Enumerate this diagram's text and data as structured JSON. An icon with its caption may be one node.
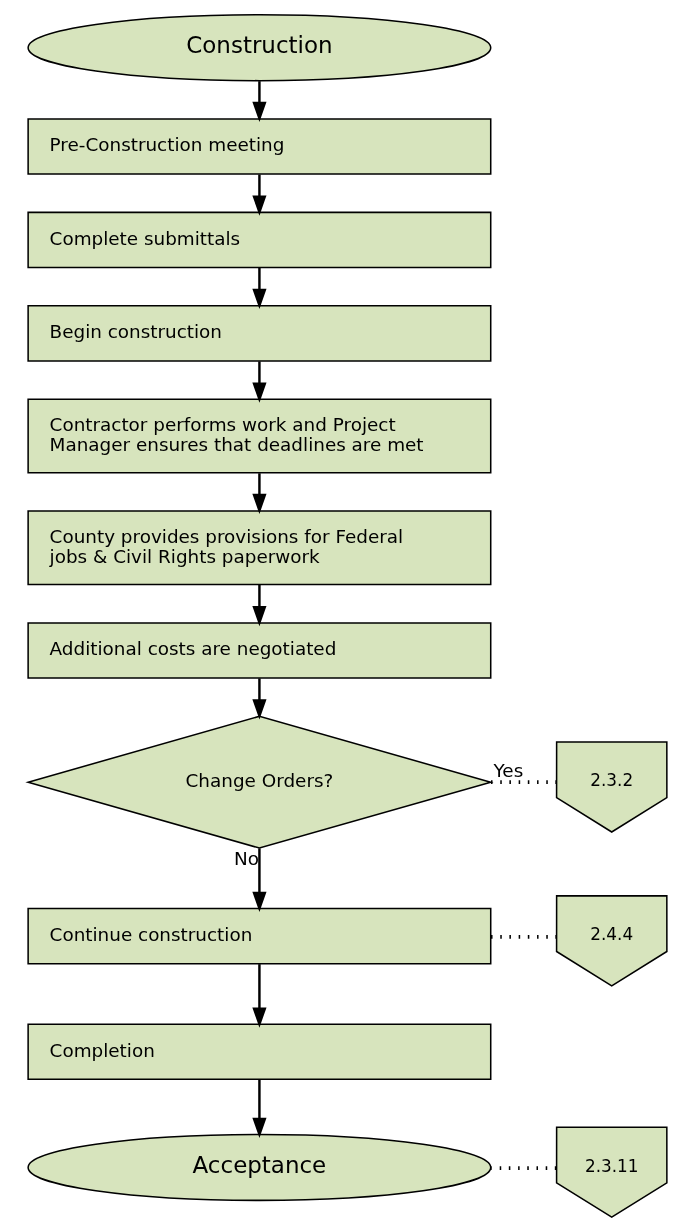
{
  "diagram": {
    "nodes": [
      {
        "text": [
          "Construction"
        ]
      },
      {
        "text": [
          "Pre-Construction meeting"
        ]
      },
      {
        "text": [
          "Complete submittals"
        ]
      },
      {
        "text": [
          "Begin construction"
        ]
      },
      {
        "text": [
          "Contractor performs work and Project Manager ensures that deadlines are met"
        ]
      },
      {
        "text": [
          "County provides provisions for Federal jobs & Civil Rights paperwork"
        ]
      },
      {
        "text": [
          "Additional costs are negotiated"
        ]
      },
      {
        "text": [
          "Change Orders?"
        ]
      },
      {
        "text": [
          "Continue construction"
        ]
      },
      {
        "text": [
          "Completion"
        ]
      },
      {
        "text": [
          "Acceptance"
        ]
      },
      {
        "text": [
          "2.3.2"
        ]
      },
      {
        "text": [
          "2.4.4"
        ]
      },
      {
        "text": [
          "2.3.11"
        ]
      }
    ],
    "edges": [
      {
        "from": 0,
        "to": 1,
        "arrow": "to"
      },
      {
        "from": 1,
        "to": 2,
        "arrow": "to"
      },
      {
        "from": 2,
        "to": 3,
        "arrow": "to"
      },
      {
        "from": 3,
        "to": 4,
        "arrow": "to"
      },
      {
        "from": 4,
        "to": 5,
        "arrow": "to"
      },
      {
        "from": 5,
        "to": 6,
        "arrow": "to"
      },
      {
        "from": 6,
        "to": 7,
        "arrow": "to"
      },
      {
        "from": 7,
        "to": 11,
        "arrow": "none",
        "label": "Yes",
        "style": "dashed"
      },
      {
        "from": 7,
        "to": 8,
        "arrow": "to",
        "label": "No"
      },
      {
        "from": 8,
        "to": 12,
        "arrow": "none",
        "style": "dashed"
      },
      {
        "from": 8,
        "to": 9,
        "arrow": "to"
      },
      {
        "from": 9,
        "to": 10,
        "arrow": "to"
      },
      {
        "from": 13,
        "to": 10,
        "arrow": "none",
        "style": "dashed"
      }
    ]
  }
}
